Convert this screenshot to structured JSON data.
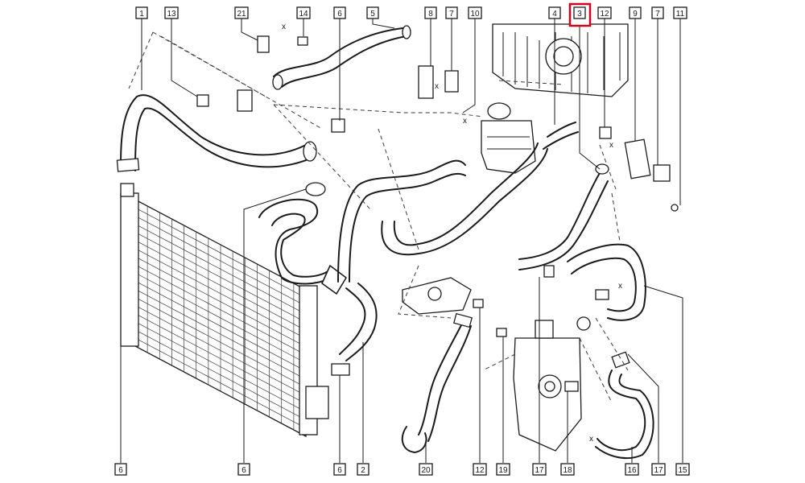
{
  "diagram": {
    "highlight_color": "#d0021b",
    "line_color": "#1b1b1b",
    "label_box_color": "#2f6fb5",
    "top_labels": [
      "1",
      "13",
      "21",
      "14",
      "6",
      "5",
      "8",
      "7",
      "10",
      "4",
      "3",
      "12",
      "9",
      "7",
      "11"
    ],
    "bottom_labels": [
      "6",
      "6",
      "6",
      "2",
      "20",
      "12",
      "19",
      "17",
      "18",
      "16",
      "17",
      "15"
    ],
    "highlighted_label": "3",
    "small_marks": [
      "x",
      "x",
      "x",
      "x",
      "x",
      "x"
    ]
  }
}
